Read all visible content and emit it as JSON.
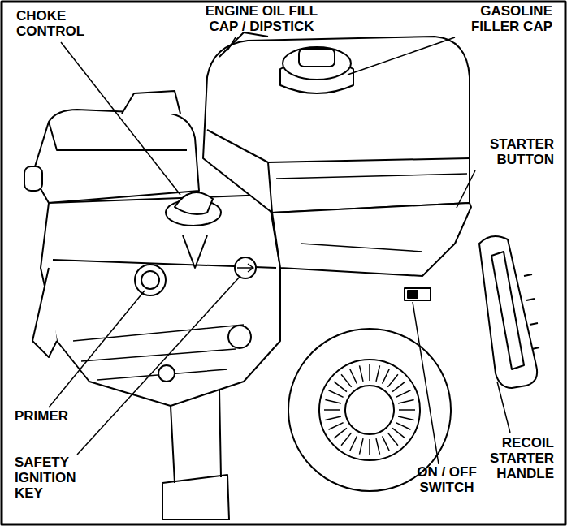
{
  "diagram": {
    "labels": [
      "CHOKE CONTROL",
      "ENGINE OIL FILL CAP / DIPSTICK",
      "GASOLINE FILLER CAP",
      "STARTER BUTTON",
      "PRIMER",
      "SAFETY IGNITION KEY",
      "RECOIL STARTER HANDLE",
      "ON / OFF SWITCH"
    ]
  }
}
